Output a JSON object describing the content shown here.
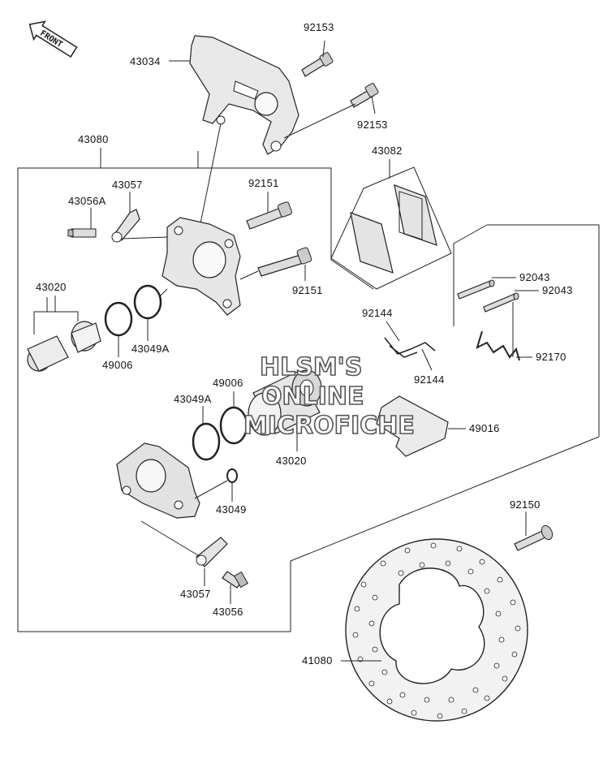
{
  "diagram": {
    "front_label": "FRONT",
    "watermark": [
      "HLSM'S",
      "ONLINE",
      "MICROFICHE"
    ],
    "labels": {
      "p43034": "43034",
      "p92153a": "92153",
      "p92153b": "92153",
      "p43080": "43080",
      "p43082": "43082",
      "p43057a": "43057",
      "p43056a": "43056A",
      "p92151a": "92151",
      "p92151b": "92151",
      "p43020a": "43020",
      "p43049aa": "43049A",
      "p49006a": "49006",
      "p92043a": "92043",
      "p92043b": "92043",
      "p92144a": "92144",
      "p92144b": "92144",
      "p92170": "92170",
      "p49006b": "49006",
      "p43049ab": "43049A",
      "p43020b": "43020",
      "p49016": "49016",
      "p43049": "43049",
      "p92150": "92150",
      "p43057b": "43057",
      "p43056": "43056",
      "p41080": "41080"
    }
  }
}
